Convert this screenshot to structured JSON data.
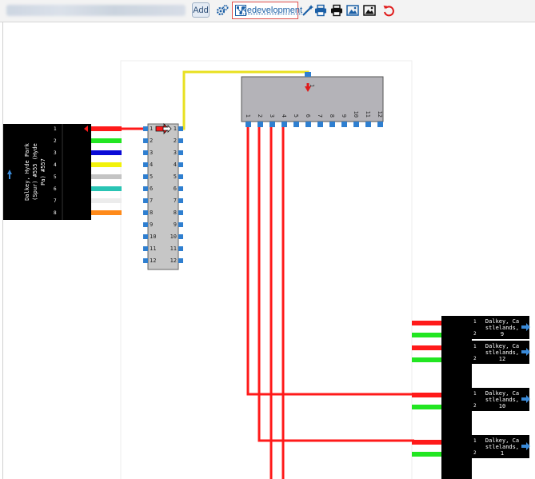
{
  "toolbar": {
    "add_label": "Add",
    "redevelopment_label": "Redevelopment",
    "icons": [
      "settings-icon",
      "network-icon",
      "magic-wand-icon",
      "print-icon",
      "printer-icon",
      "image-icon",
      "image-dark-icon",
      "undo-icon"
    ]
  },
  "source_cable": {
    "title_lines": [
      "Dalkey, Hyde Park",
      "(Spur) #555 (Hyde",
      "Pa) #557"
    ],
    "fiber_numbers": [
      "1",
      "2",
      "3",
      "4",
      "5",
      "6",
      "7",
      "8"
    ]
  },
  "splice_block": {
    "left_ports": [
      "1",
      "2",
      "3",
      "4",
      "5",
      "6",
      "7",
      "8",
      "9",
      "10",
      "11",
      "12"
    ],
    "right_ports": [
      "1",
      "2",
      "3",
      "4",
      "5",
      "6",
      "7",
      "8",
      "9",
      "10",
      "11",
      "12"
    ]
  },
  "top_block": {
    "input_label": "1",
    "port_labels": [
      "1",
      "2",
      "3",
      "4",
      "5",
      "6",
      "7",
      "8",
      "9",
      "10",
      "11",
      "12"
    ]
  },
  "drop_cables": [
    {
      "line1": "Dalkey, Ca",
      "line2": "stlelands,",
      "line3": "9",
      "fiber1": "1",
      "fiber2": "2"
    },
    {
      "line1": "Dalkey, Ca",
      "line2": "stlelands,",
      "line3": "12",
      "fiber1": "1",
      "fiber2": "2"
    },
    {
      "line1": "Dalkey, Ca",
      "line2": "stlelands,",
      "line3": "10",
      "fiber1": "1",
      "fiber2": "2"
    },
    {
      "line1": "Dalkey, Ca",
      "line2": "stlelands,",
      "line3": "1",
      "fiber1": "1",
      "fiber2": "2"
    }
  ],
  "colors": {
    "red": "#ff1a1a",
    "green": "#22e622",
    "blue": "#0a0ad6",
    "yellow": "#f2f20a",
    "grey": "#c4c4c4",
    "teal": "#29c4b4",
    "white": "#ececec",
    "orange": "#ff8a1a",
    "port_blue": "#2f7fd0",
    "block_grey": "#b4b3b8",
    "link_yellow": "#e8e020"
  }
}
